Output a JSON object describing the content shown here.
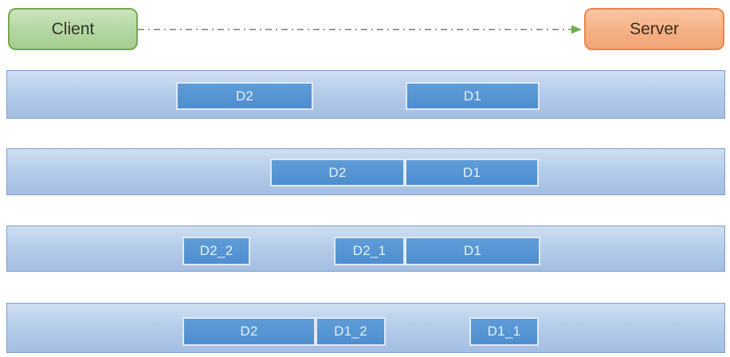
{
  "diagram": {
    "nodes": {
      "client": {
        "label": "Client",
        "fill": "#b7d7a4",
        "border": "#74a952"
      },
      "server": {
        "label": "Server",
        "fill": "#f5b287",
        "border": "#e8874b"
      }
    },
    "connector": {
      "style": "dash-dot",
      "direction": "client-to-server",
      "line_color": "#93a391",
      "arrow_color": "#6fae4e"
    },
    "rows": [
      {
        "segments": [
          {
            "label": "D2"
          },
          {
            "label": "D1"
          }
        ]
      },
      {
        "segments": [
          {
            "label": "D2"
          },
          {
            "label": "D1"
          }
        ]
      },
      {
        "segments": [
          {
            "label": "D2_2"
          },
          {
            "label": "D2_1"
          },
          {
            "label": "D1"
          }
        ]
      },
      {
        "segments": [
          {
            "label": "D2"
          },
          {
            "label": "D1_2"
          },
          {
            "label": "D1_1"
          }
        ]
      }
    ],
    "palette": {
      "band_fill": "#b6cdea",
      "band_border": "#7f9fce",
      "segment_fill": "#4e8ecf",
      "segment_border": "#dfeaf7",
      "segment_text": "#eaf2fb"
    }
  }
}
